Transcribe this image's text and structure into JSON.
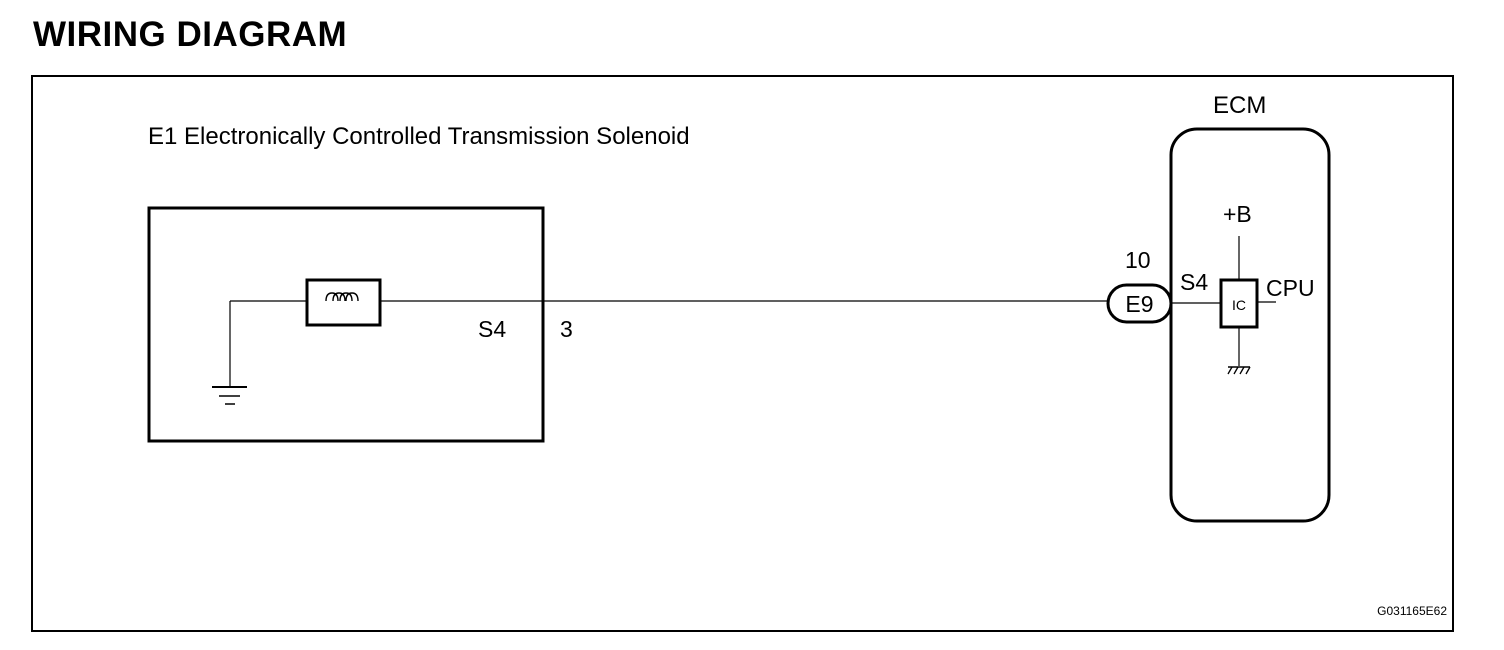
{
  "heading": "WIRING DIAGRAM",
  "component": {
    "name": "E1 Electronically Controlled Transmission Solenoid",
    "terminal_name": "S4",
    "pin": "3"
  },
  "ecm": {
    "name": "ECM",
    "connector": "E9",
    "pin": "10",
    "terminal_name": "S4",
    "supply": "+B",
    "ic_label": "IC",
    "cpu_label": "CPU"
  },
  "figure_code": "G031165E62"
}
